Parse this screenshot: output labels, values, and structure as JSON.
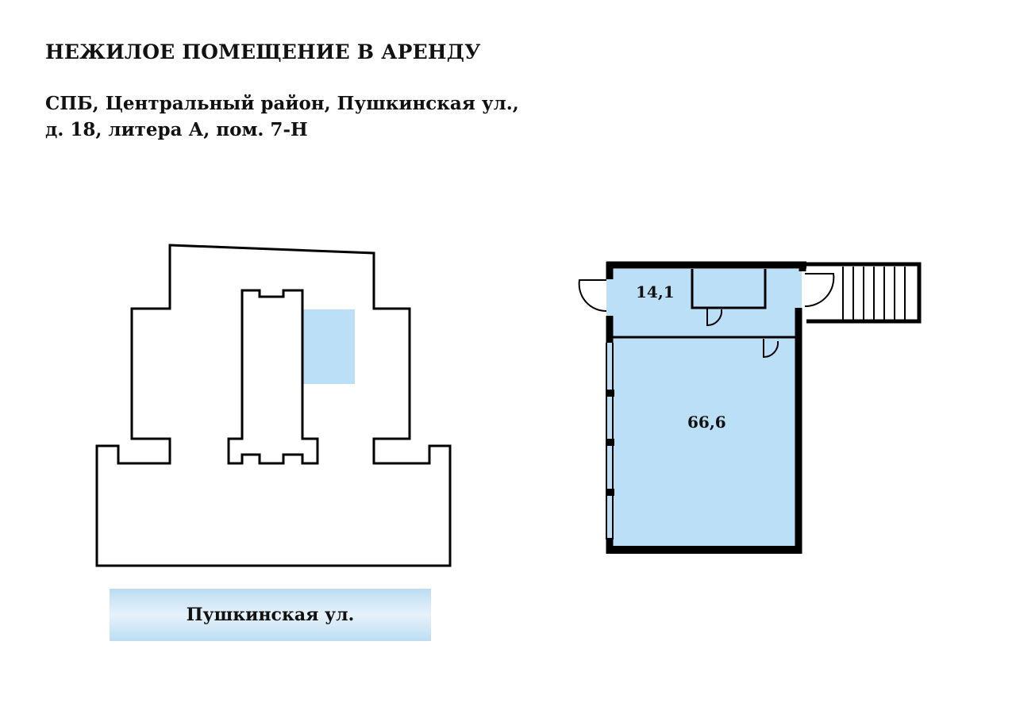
{
  "header": {
    "title": "НЕЖИЛОЕ ПОМЕЩЕНИЕ В АРЕНДУ",
    "address_line1": "СПБ, Центральный район, Пушкинская ул.,",
    "address_line2": "д. 18, литера А, пом. 7-Н"
  },
  "site_plan": {
    "street_label": "Пушкинская ул."
  },
  "floor_plan": {
    "rooms": [
      {
        "area": "14,1"
      },
      {
        "area": "66,6"
      }
    ]
  },
  "colors": {
    "highlight": "#bbdff6",
    "outline": "#000000",
    "street_band": "#bcdcf3"
  }
}
